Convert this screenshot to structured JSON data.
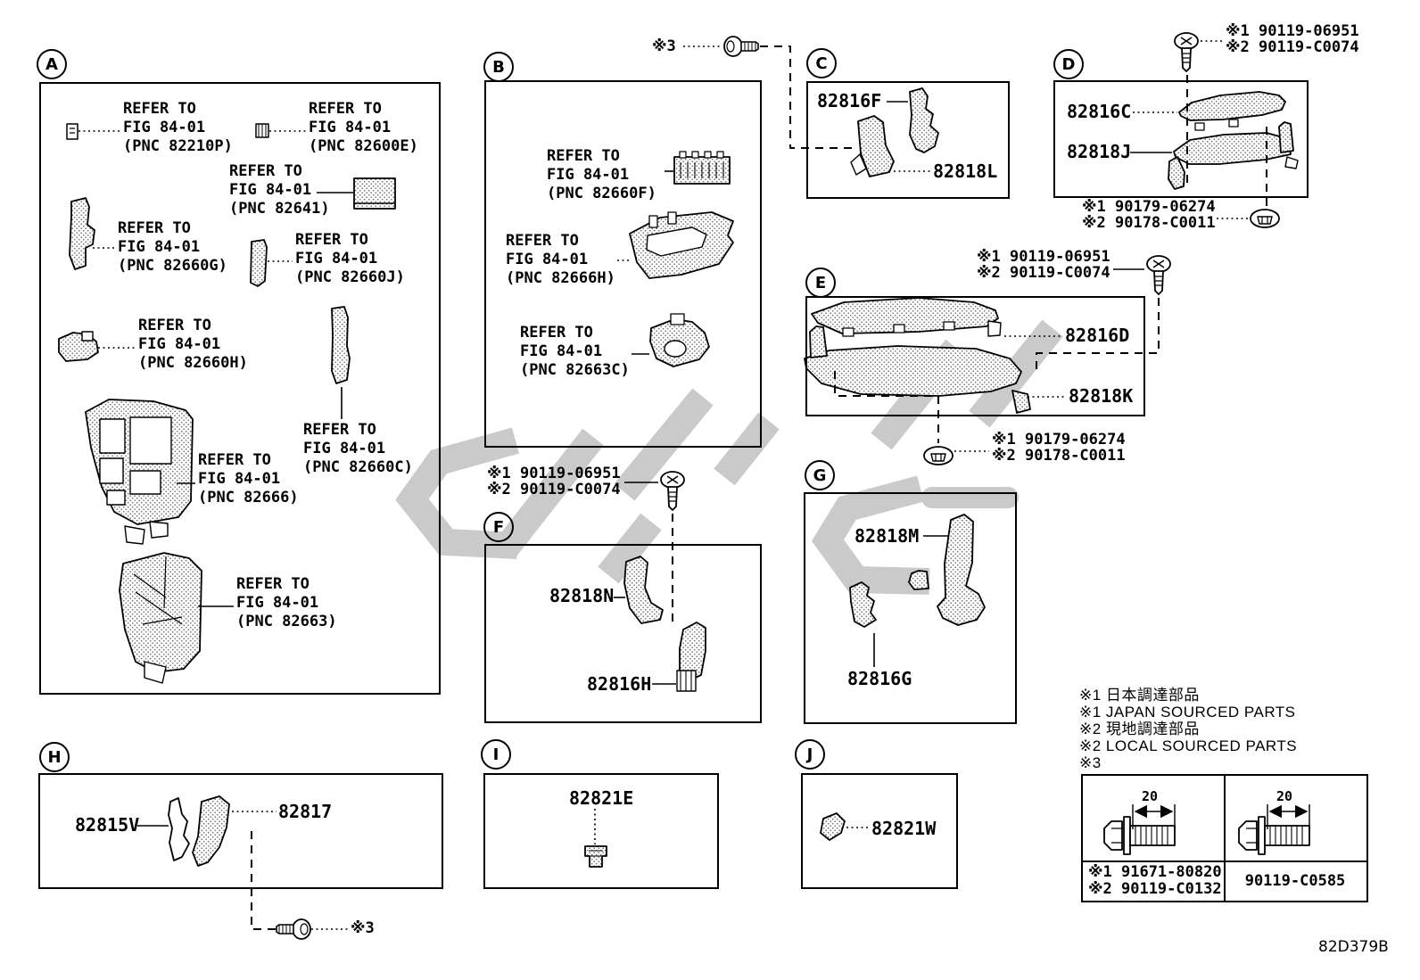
{
  "doc": {
    "code": "82D379B"
  },
  "legend": {
    "l1": "※1 日本調達部品",
    "l2": "※1 JAPAN SOURCED PARTS",
    "l3": "※2 現地調達部品",
    "l4": "※2 LOCAL SOURCED PARTS",
    "l5": "※3"
  },
  "fasteners": {
    "screw_jp": "※1 90119-06951",
    "screw_local": "※2 90119-C0074",
    "grommet_jp": "※1 90179-06274",
    "grommet_local": "※2 90178-C0011",
    "note3": "※3"
  },
  "table": {
    "dim_left": "20",
    "dim_right": "20",
    "left_line1": "※1 91671-80820",
    "left_line2": "※2 90119-C0132",
    "right_line1": "90119-C0585"
  },
  "sections": {
    "a": {
      "letter": "A",
      "refers": [
        {
          "l1": "REFER TO",
          "l2": "FIG 84-01",
          "l3": "(PNC 82210P)"
        },
        {
          "l1": "REFER TO",
          "l2": "FIG 84-01",
          "l3": "(PNC 82600E)"
        },
        {
          "l1": "REFER TO",
          "l2": "FIG 84-01",
          "l3": "(PNC 82641)"
        },
        {
          "l1": "REFER TO",
          "l2": "FIG 84-01",
          "l3": "(PNC 82660G)"
        },
        {
          "l1": "REFER TO",
          "l2": "FIG 84-01",
          "l3": "(PNC 82660J)"
        },
        {
          "l1": "REFER TO",
          "l2": "FIG 84-01",
          "l3": "(PNC 82660H)"
        },
        {
          "l1": "REFER TO",
          "l2": "FIG 84-01",
          "l3": "(PNC 82660C)"
        },
        {
          "l1": "REFER TO",
          "l2": "FIG 84-01",
          "l3": "(PNC 82666)"
        },
        {
          "l1": "REFER TO",
          "l2": "FIG 84-01",
          "l3": "(PNC 82663)"
        }
      ]
    },
    "b": {
      "letter": "B",
      "refers": [
        {
          "l1": "REFER TO",
          "l2": "FIG 84-01",
          "l3": "(PNC 82660F)"
        },
        {
          "l1": "REFER TO",
          "l2": "FIG 84-01",
          "l3": "(PNC 82666H)"
        },
        {
          "l1": "REFER TO",
          "l2": "FIG 84-01",
          "l3": "(PNC 82663C)"
        }
      ]
    },
    "c": {
      "letter": "C",
      "p1": "82816F",
      "p2": "82818L"
    },
    "d": {
      "letter": "D",
      "p1": "82816C",
      "p2": "82818J"
    },
    "e": {
      "letter": "E",
      "p1": "82816D",
      "p2": "82818K"
    },
    "f": {
      "letter": "F",
      "p1": "82818N",
      "p2": "82816H"
    },
    "g": {
      "letter": "G",
      "p1": "82818M",
      "p2": "82816G"
    },
    "h": {
      "letter": "H",
      "p1": "82815V",
      "p2": "82817"
    },
    "i": {
      "letter": "I",
      "p1": "82821E"
    },
    "j": {
      "letter": "J",
      "p1": "82821W"
    }
  }
}
